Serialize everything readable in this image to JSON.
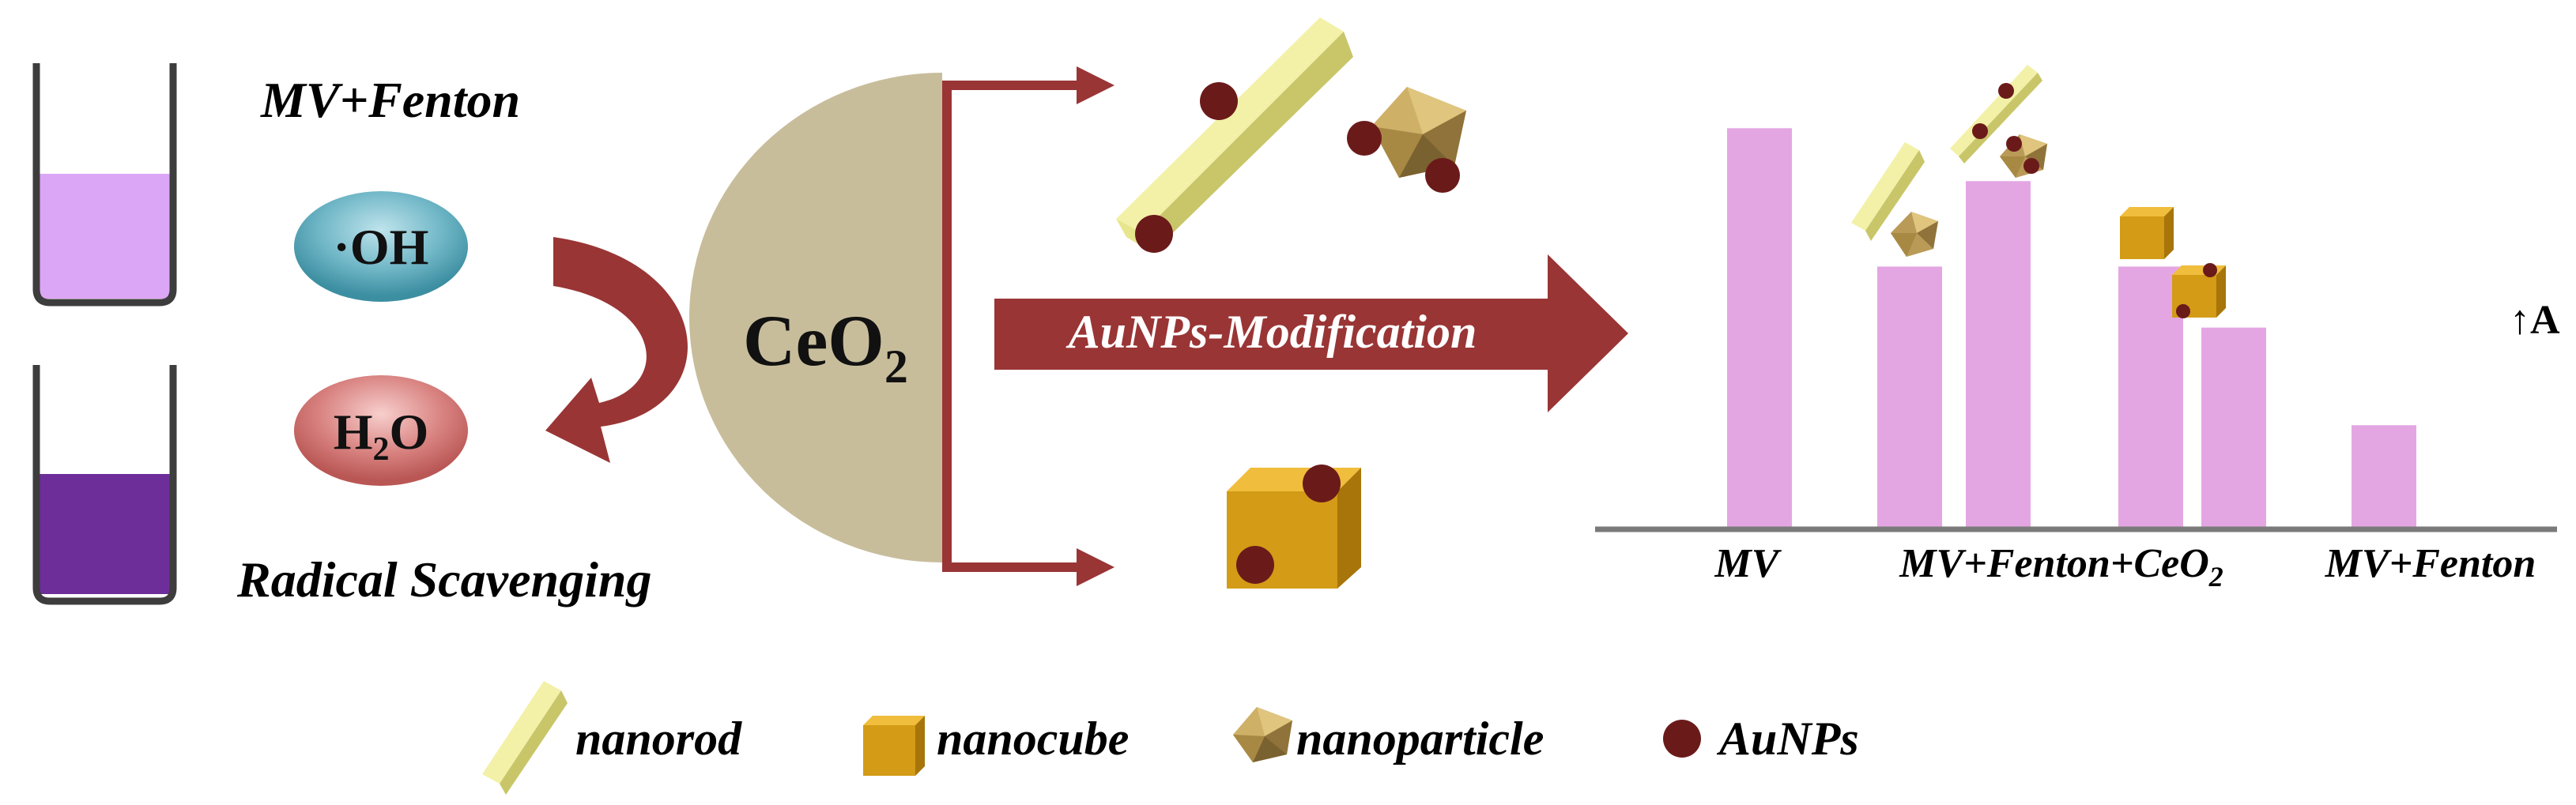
{
  "colors": {
    "light_solution": "#dca6f6",
    "dark_solution": "#6d2e99",
    "ceo2": "#c8bd9b",
    "arrow": "#9a3535",
    "bar": "#e4a6e3",
    "nanorod": "#e8e68c",
    "nanocube": "#d39b16",
    "nanoparticle": "#b99a57",
    "aunp": "#6b1a1a",
    "oh_bubble": "#5ba7b8",
    "h2o_bubble": "#d57a78"
  },
  "left": {
    "top_label": "MV+Fenton",
    "oh_label": "·OH",
    "h2o_base": "H",
    "h2o_sub": "2",
    "h2o_tail": "O",
    "bottom_label": "Radical Scavenging"
  },
  "center": {
    "ceo2_base": "CeO",
    "ceo2_sub": "2",
    "modification_label": "AuNPs-Modification"
  },
  "chart_data": {
    "type": "bar",
    "categories": [
      "MV",
      "MV+Fenton+CeO2",
      "MV+Fenton"
    ],
    "category_labels": {
      "mv": "MV",
      "mid_base": "MV+Fenton+CeO",
      "mid_sub": "2",
      "fenton": "MV+Fenton"
    },
    "axis_label": "↑A",
    "ylim": [
      0,
      1
    ],
    "bars": [
      {
        "category": "MV",
        "material": "none",
        "value": 0.98
      },
      {
        "category": "MV+Fenton+CeO2",
        "material": "nanorod",
        "value": 0.64
      },
      {
        "category": "MV+Fenton+CeO2",
        "material": "nanorod+nanoparticle (AuNPs)",
        "value": 0.85
      },
      {
        "category": "MV+Fenton+CeO2",
        "material": "nanocube",
        "value": 0.64
      },
      {
        "category": "MV+Fenton+CeO2",
        "material": "nanocube (AuNPs)",
        "value": 0.49
      },
      {
        "category": "MV+Fenton",
        "material": "none",
        "value": 0.25
      }
    ]
  },
  "legend": {
    "nanorod": "nanorod",
    "nanocube": "nanocube",
    "nanoparticle": "nanoparticle",
    "aunps": "AuNPs"
  }
}
